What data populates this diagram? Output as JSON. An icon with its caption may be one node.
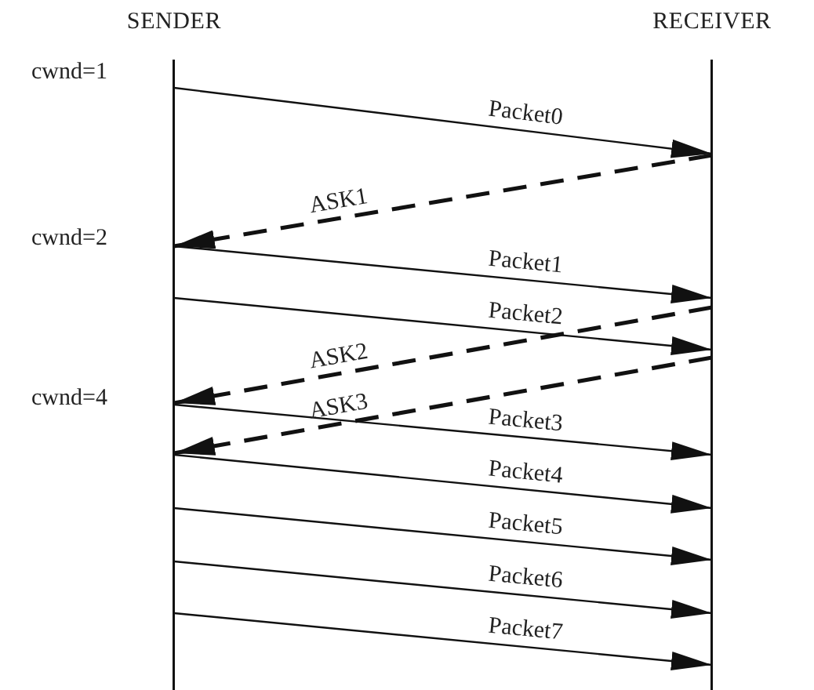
{
  "diagram": {
    "nodes": [
      {
        "text": [
          "SENDER"
        ]
      },
      {
        "text": [
          "RECEIVER"
        ]
      }
    ],
    "edges": [
      {
        "from": 0,
        "to": 1,
        "arrow": "to",
        "label": "Packet0"
      },
      {
        "from": 1,
        "to": 0,
        "arrow": "to",
        "label": "ASK1",
        "style": "dashed"
      },
      {
        "from": 0,
        "to": 1,
        "arrow": "to",
        "label": "Packet1"
      },
      {
        "from": 0,
        "to": 1,
        "arrow": "to",
        "label": "Packet2"
      },
      {
        "from": 1,
        "to": 0,
        "arrow": "to",
        "label": "ASK2",
        "style": "dashed"
      },
      {
        "from": 1,
        "to": 0,
        "arrow": "to",
        "label": "ASK3",
        "style": "dashed"
      },
      {
        "from": 0,
        "to": 1,
        "arrow": "to",
        "label": "Packet3"
      },
      {
        "from": 0,
        "to": 1,
        "arrow": "to",
        "label": "Packet4"
      },
      {
        "from": 0,
        "to": 1,
        "arrow": "to",
        "label": "Packet5"
      },
      {
        "from": 0,
        "to": 1,
        "arrow": "to",
        "label": "Packet6"
      },
      {
        "from": 0,
        "to": 1,
        "arrow": "to",
        "label": "Packet7"
      }
    ],
    "labels": [
      "cwnd=1",
      "cwnd=2",
      "cwnd=4"
    ]
  }
}
